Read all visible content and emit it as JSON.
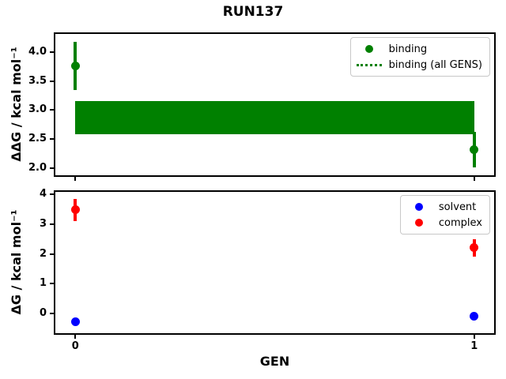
{
  "figure": {
    "suptitle": "RUN137",
    "background": "#ffffff"
  },
  "chart_data": [
    {
      "type": "scatter",
      "title": "",
      "ylabel": "ΔΔG / kcal mol⁻¹",
      "xlabel": "",
      "xlim": [
        -0.05,
        1.05
      ],
      "ylim": [
        1.88,
        4.31
      ],
      "xticks": [
        0,
        1
      ],
      "xtick_labels": [
        "",
        ""
      ],
      "yticks": [
        2.0,
        2.5,
        3.0,
        3.5,
        4.0
      ],
      "ytick_labels": [
        "2.0",
        "2.5",
        "3.0",
        "3.5",
        "4.0"
      ],
      "grid": false,
      "legend_position": "upper right",
      "series": [
        {
          "name": "binding",
          "color": "#008000",
          "marker": "circle",
          "x": [
            0,
            1
          ],
          "y": [
            3.76,
            2.32
          ],
          "yerr": [
            0.41,
            0.31
          ]
        }
      ],
      "band": {
        "name": "binding (all GENS)",
        "color": "#008000",
        "x_range": [
          0,
          1
        ],
        "y_range": [
          2.58,
          3.15
        ],
        "center": 2.87,
        "line_style": "dotted"
      },
      "legend": [
        {
          "label": "binding",
          "glyph": "dot",
          "color": "#008000"
        },
        {
          "label": "binding (all GENS)",
          "glyph": "dotted-line",
          "color": "#008000"
        }
      ]
    },
    {
      "type": "scatter",
      "title": "",
      "ylabel": "ΔG / kcal mol⁻¹",
      "xlabel": "GEN",
      "xlim": [
        -0.05,
        1.05
      ],
      "ylim": [
        -0.66,
        4.09
      ],
      "xticks": [
        0,
        1
      ],
      "xtick_labels": [
        "0",
        "1"
      ],
      "yticks": [
        0,
        1,
        2,
        3,
        4
      ],
      "ytick_labels": [
        "0",
        "1",
        "2",
        "3",
        "4"
      ],
      "grid": false,
      "legend_position": "upper right",
      "series": [
        {
          "name": "solvent",
          "color": "#0000ff",
          "marker": "circle",
          "x": [
            0,
            1
          ],
          "y": [
            -0.28,
            -0.1
          ],
          "yerr": [
            0,
            0
          ]
        },
        {
          "name": "complex",
          "color": "#ff0000",
          "marker": "circle",
          "x": [
            0,
            1
          ],
          "y": [
            3.48,
            2.21
          ],
          "yerr": [
            0.38,
            0.29
          ]
        }
      ],
      "legend": [
        {
          "label": "solvent",
          "glyph": "dot",
          "color": "#0000ff"
        },
        {
          "label": "complex",
          "glyph": "dot",
          "color": "#ff0000"
        }
      ]
    }
  ]
}
